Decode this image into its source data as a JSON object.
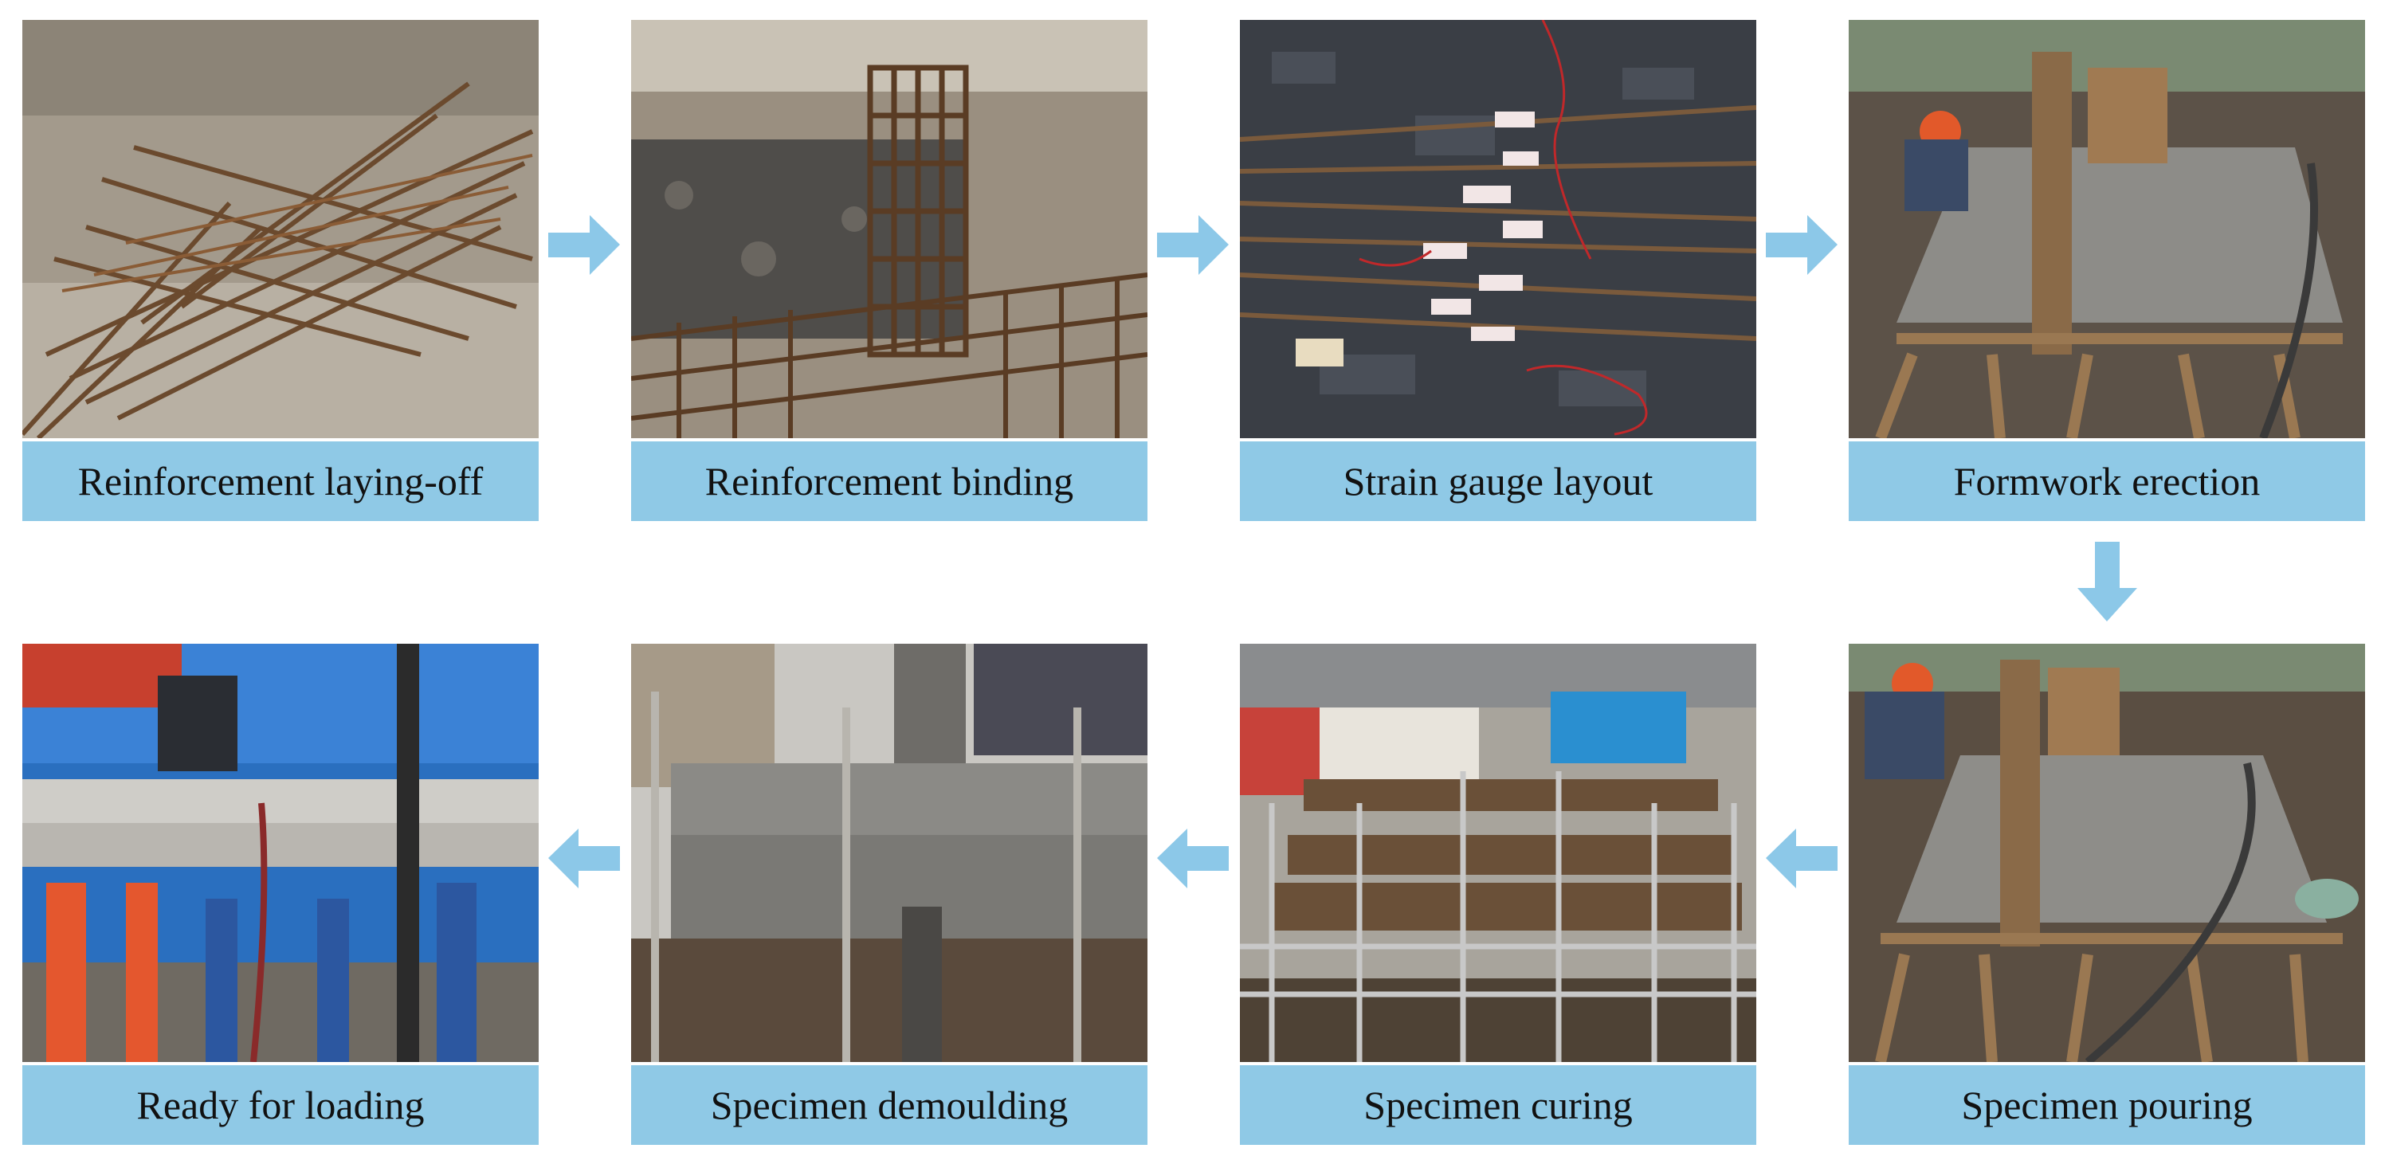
{
  "steps": [
    {
      "label": "Reinforcement laying-off",
      "icon": "rebar-pile-photo"
    },
    {
      "label": "Reinforcement binding",
      "icon": "rebar-cage-photo"
    },
    {
      "label": "Strain gauge layout",
      "icon": "strain-gauge-photo"
    },
    {
      "label": "Formwork erection",
      "icon": "formwork-photo"
    },
    {
      "label": "Specimen pouring",
      "icon": "concrete-pouring-photo"
    },
    {
      "label": "Specimen curing",
      "icon": "curing-scaffold-photo"
    },
    {
      "label": "Specimen demoulding",
      "icon": "demoulded-specimen-photo"
    },
    {
      "label": "Ready for loading",
      "icon": "loading-frame-photo"
    }
  ],
  "colors": {
    "caption_bg": "#8fc9e6",
    "arrow": "#8cc8e8"
  }
}
